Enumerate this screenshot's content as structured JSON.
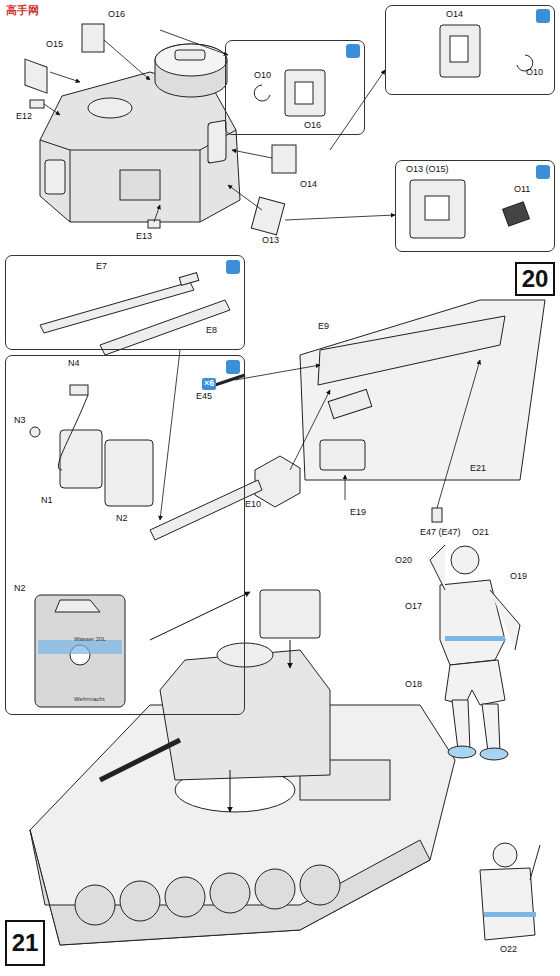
{
  "diagram": {
    "nodes": [
      {
        "text": [
          "O10",
          "O16"
        ]
      },
      {
        "text": [
          "O14",
          "O10"
        ]
      },
      {
        "text": [
          "O13 (O15)",
          "O11"
        ]
      },
      {
        "text": [
          "20"
        ]
      },
      {
        "text": [
          "E7",
          "E8"
        ]
      },
      {
        "text": [
          "N4",
          "N3",
          "N1",
          "N2",
          "×6",
          "N2",
          "Wasser 20L",
          "Wehrmacht"
        ]
      },
      {
        "text": [
          "21"
        ]
      }
    ],
    "labels": [
      "高手网",
      "O15",
      "O16",
      "E12",
      "E13",
      "O13",
      "O14",
      "E9",
      "E45",
      "E21",
      "E10",
      "E19",
      "E47 (E47)",
      "O21",
      "O20",
      "O19",
      "O17",
      "O18",
      "O22"
    ]
  }
}
